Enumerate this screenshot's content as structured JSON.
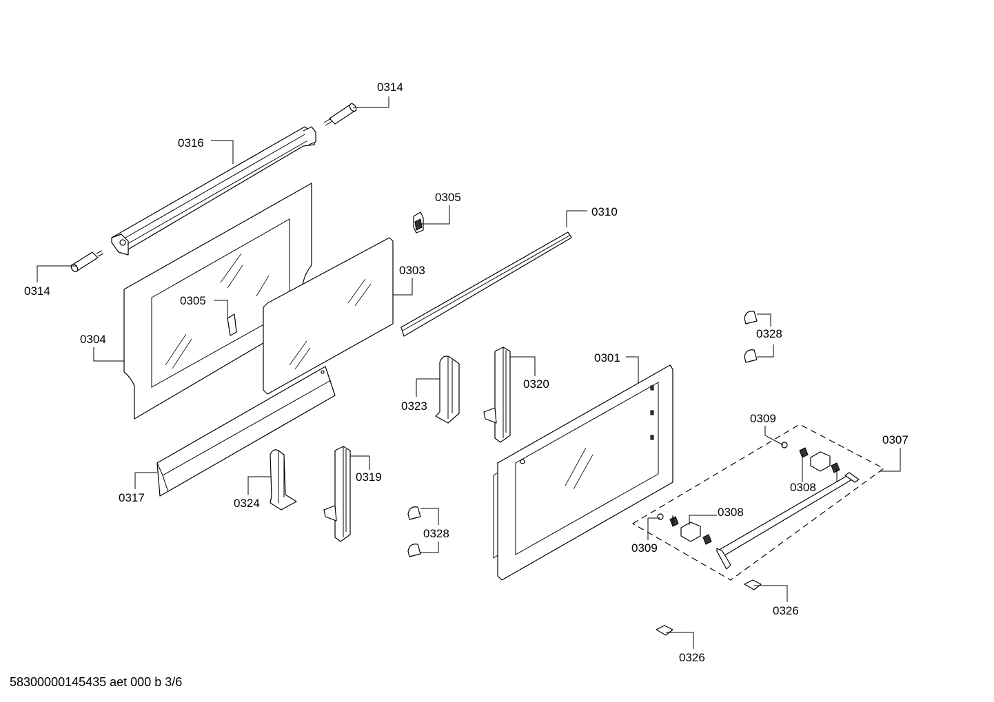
{
  "document_id": "58300000145435 aet 000 b 3/6",
  "callouts": [
    {
      "id": "c0314a",
      "label": "0314"
    },
    {
      "id": "c0316",
      "label": "0316"
    },
    {
      "id": "c0305a",
      "label": "0305"
    },
    {
      "id": "c0310",
      "label": "0310"
    },
    {
      "id": "c0314b",
      "label": "0314"
    },
    {
      "id": "c0303",
      "label": "0303"
    },
    {
      "id": "c0305b",
      "label": "0305"
    },
    {
      "id": "c0304",
      "label": "0304"
    },
    {
      "id": "c0328a",
      "label": "0328"
    },
    {
      "id": "c0301",
      "label": "0301"
    },
    {
      "id": "c0320",
      "label": "0320"
    },
    {
      "id": "c0323",
      "label": "0323"
    },
    {
      "id": "c0309a",
      "label": "0309"
    },
    {
      "id": "c0307",
      "label": "0307"
    },
    {
      "id": "c0317",
      "label": "0317"
    },
    {
      "id": "c0324",
      "label": "0324"
    },
    {
      "id": "c0319",
      "label": "0319"
    },
    {
      "id": "c0308a",
      "label": "0308"
    },
    {
      "id": "c0308b",
      "label": "0308"
    },
    {
      "id": "c0328b",
      "label": "0328"
    },
    {
      "id": "c0309b",
      "label": "0309"
    },
    {
      "id": "c0326a",
      "label": "0326"
    },
    {
      "id": "c0326b",
      "label": "0326"
    }
  ]
}
